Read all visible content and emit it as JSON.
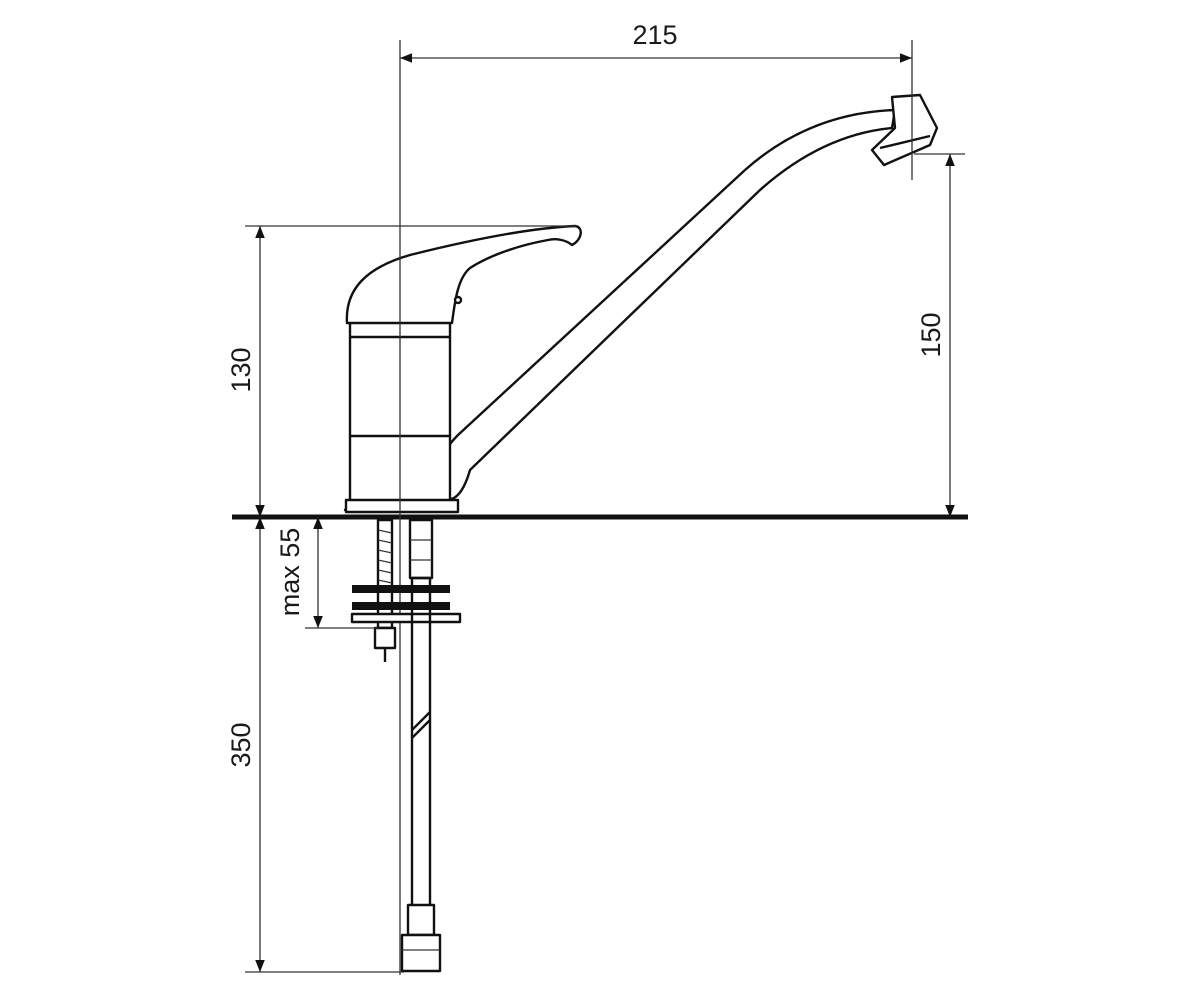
{
  "dimensions": {
    "spout_reach": "215",
    "tap_height": "130",
    "spout_height": "150",
    "max_counter_thickness": "max 55",
    "hose_length": "350"
  },
  "colors": {
    "line": "#111111",
    "background": "#ffffff"
  }
}
